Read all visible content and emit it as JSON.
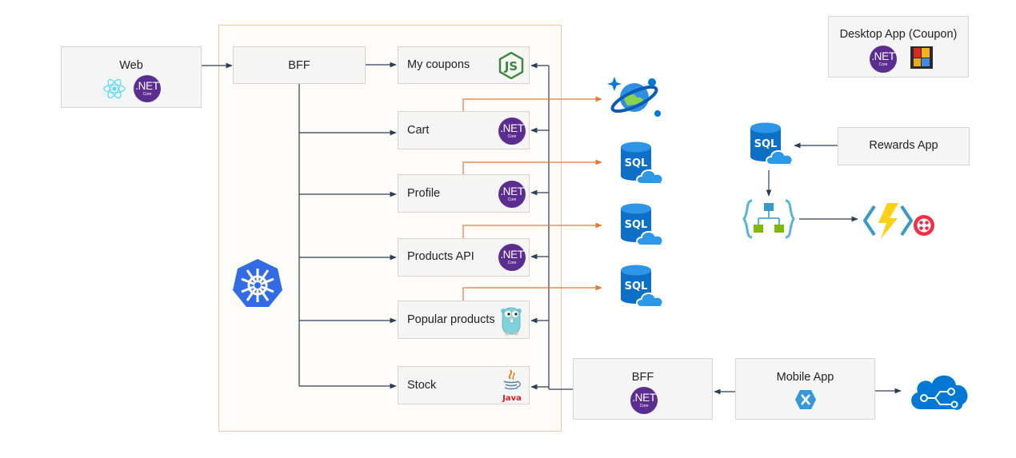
{
  "web": {
    "label": "Web"
  },
  "bff_main": {
    "label": "BFF"
  },
  "services": {
    "coupons": "My coupons",
    "cart": "Cart",
    "profile": "Profile",
    "products": "Products API",
    "popular": "Popular products",
    "stock": "Stock"
  },
  "bff_mobile": {
    "label": "BFF"
  },
  "mobile": {
    "label": "Mobile App"
  },
  "desktop": {
    "label": "Desktop App (Coupon)"
  },
  "rewards": {
    "label": "Rewards App"
  },
  "badges": {
    "net": ".NET",
    "core": "Core",
    "java": "Java",
    "sql": "SQL"
  },
  "colors": {
    "dotnet": "#5c2d91",
    "arrow": "#2e3f55",
    "data_arrow": "#e07b39",
    "azure": "#0078d4",
    "cluster_border": "#f3c6a8"
  },
  "icons": [
    "react-icon",
    "dotnet-icon",
    "nodejs-icon",
    "go-gopher-icon",
    "java-icon",
    "kubernetes-icon",
    "cosmos-db-icon",
    "sql-database-icon",
    "logic-app-icon",
    "azure-functions-icon",
    "twilio-icon",
    "xamarin-icon",
    "cognitive-services-icon",
    "desktop-app-icon"
  ]
}
